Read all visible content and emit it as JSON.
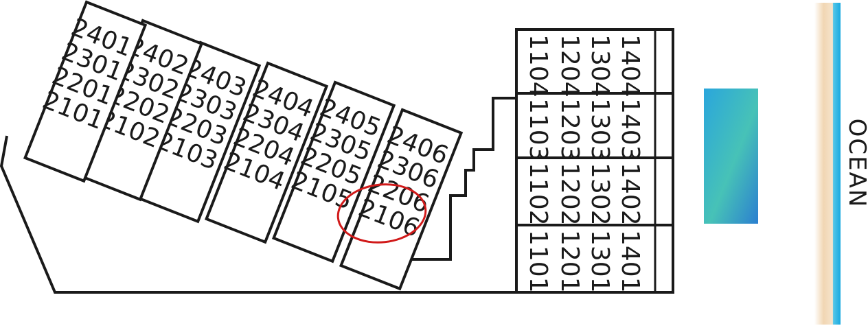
{
  "ocean_label": "OCEAN",
  "west_wing": {
    "stacks": [
      {
        "id": "stack-06",
        "units": [
          "2406",
          "2306",
          "2206",
          "2106"
        ]
      },
      {
        "id": "stack-05",
        "units": [
          "2405",
          "2305",
          "2205",
          "2105"
        ]
      },
      {
        "id": "stack-04",
        "units": [
          "2404",
          "2304",
          "2204",
          "2104"
        ]
      },
      {
        "id": "stack-03",
        "units": [
          "2403",
          "2303",
          "2203",
          "2103"
        ]
      },
      {
        "id": "stack-02",
        "units": [
          "2402",
          "2302",
          "2202",
          "2102"
        ]
      },
      {
        "id": "stack-01",
        "units": [
          "2401",
          "2301",
          "2201",
          "2101"
        ]
      }
    ]
  },
  "east_wing": {
    "rows": [
      {
        "id": "row-4",
        "units": [
          "1104",
          "1204",
          "1304",
          "1404"
        ]
      },
      {
        "id": "row-3",
        "units": [
          "1103",
          "1203",
          "1303",
          "1403"
        ]
      },
      {
        "id": "row-2",
        "units": [
          "1102",
          "1202",
          "1302",
          "1402"
        ]
      },
      {
        "id": "row-1",
        "units": [
          "1101",
          "1201",
          "1301",
          "1401"
        ]
      }
    ]
  },
  "highlighted_unit": "2206",
  "colors": {
    "line": "#1a1a1a",
    "highlight": "#d11a1a",
    "pool_top": "#2aa6dc",
    "pool_mid": "#47c2b7",
    "pool_bottom": "#2b7fd0",
    "beach": "#f1d6b3",
    "water": "#1aa9e0"
  }
}
